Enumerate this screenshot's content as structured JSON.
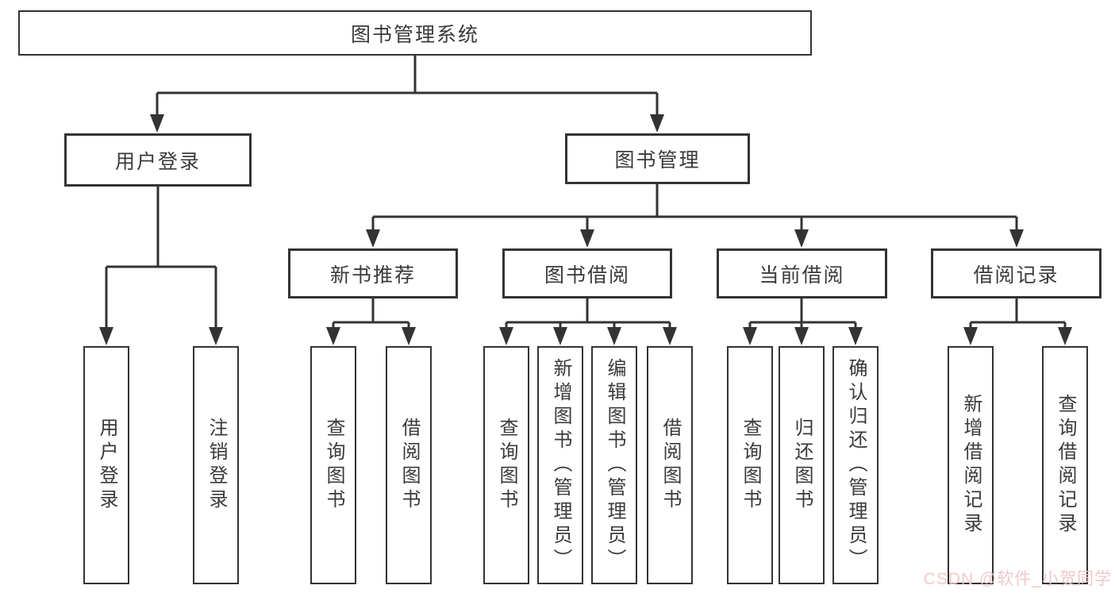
{
  "diagram": {
    "title": "图书管理系统",
    "nodes": {
      "root": "图书管理系统",
      "user_login": {
        "label": "用户登录",
        "children": [
          "用户登录",
          "注销登录"
        ]
      },
      "book_management": {
        "label": "图书管理",
        "children": {
          "new_book_recommend": {
            "label": "新书推荐",
            "children": [
              "查询图书",
              "借阅图书"
            ]
          },
          "book_borrowing": {
            "label": "图书借阅",
            "children": [
              "查询图书",
              "新增图书（管理员）",
              "编辑图书（管理员）",
              "借阅图书"
            ]
          },
          "current_borrowing": {
            "label": "当前借阅",
            "children": [
              "查询图书",
              "归还图书",
              "确认归还（管理员）"
            ]
          },
          "borrowing_records": {
            "label": "借阅记录",
            "children": [
              "新增借阅记录",
              "查询借阅记录"
            ]
          }
        }
      }
    },
    "colors": {
      "line": "#333333",
      "text": "#3a3a3a",
      "box_background": "#ffffff",
      "watermark": "#eec6c6"
    },
    "watermark": "CSDN @软件_小贺同学"
  }
}
